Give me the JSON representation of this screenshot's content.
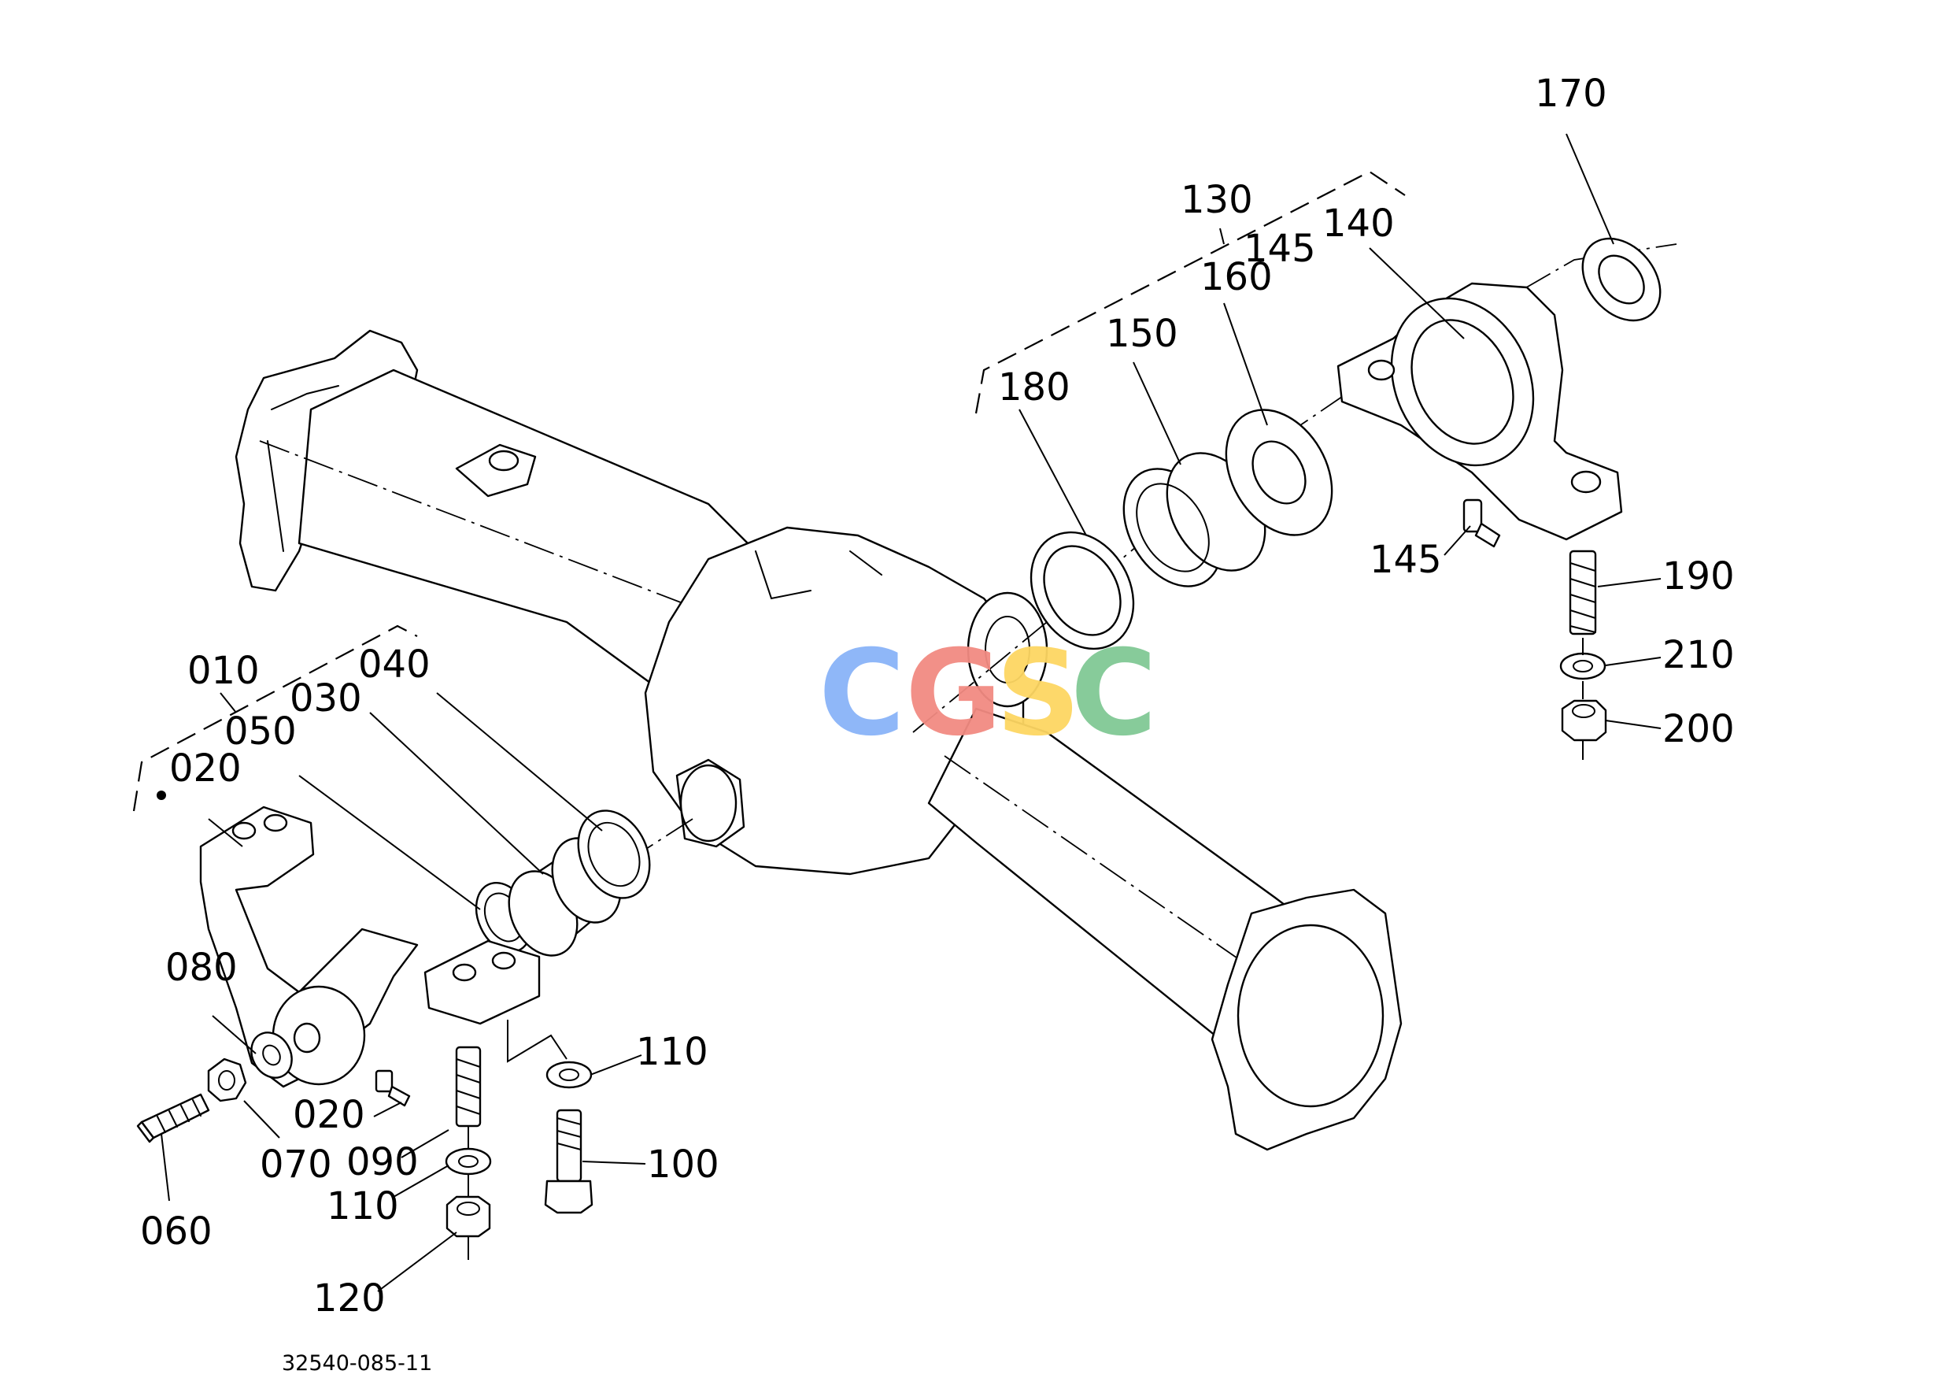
{
  "diagram": {
    "drawing_number": "32540-085-11",
    "watermark": {
      "letters": [
        "C",
        "G",
        "S",
        "C"
      ],
      "colors": [
        "#8AB4F8",
        "#F28B82",
        "#FDD663",
        "#81C995"
      ]
    },
    "callouts": [
      {
        "id": "c010",
        "text": "010"
      },
      {
        "id": "c020a",
        "text": "020"
      },
      {
        "id": "c020b",
        "text": "020"
      },
      {
        "id": "c030",
        "text": "030"
      },
      {
        "id": "c040",
        "text": "040"
      },
      {
        "id": "c050",
        "text": "050"
      },
      {
        "id": "c060",
        "text": "060"
      },
      {
        "id": "c070",
        "text": "070"
      },
      {
        "id": "c080",
        "text": "080"
      },
      {
        "id": "c090",
        "text": "090"
      },
      {
        "id": "c100",
        "text": "100"
      },
      {
        "id": "c110a",
        "text": "110"
      },
      {
        "id": "c110b",
        "text": "110"
      },
      {
        "id": "c120",
        "text": "120"
      },
      {
        "id": "c130",
        "text": "130"
      },
      {
        "id": "c140",
        "text": "140"
      },
      {
        "id": "c145a",
        "text": "145"
      },
      {
        "id": "c145b",
        "text": "145"
      },
      {
        "id": "c150",
        "text": "150"
      },
      {
        "id": "c160",
        "text": "160"
      },
      {
        "id": "c170",
        "text": "170"
      },
      {
        "id": "c180",
        "text": "180"
      },
      {
        "id": "c190",
        "text": "190"
      },
      {
        "id": "c200",
        "text": "200"
      },
      {
        "id": "c210",
        "text": "210"
      }
    ]
  }
}
